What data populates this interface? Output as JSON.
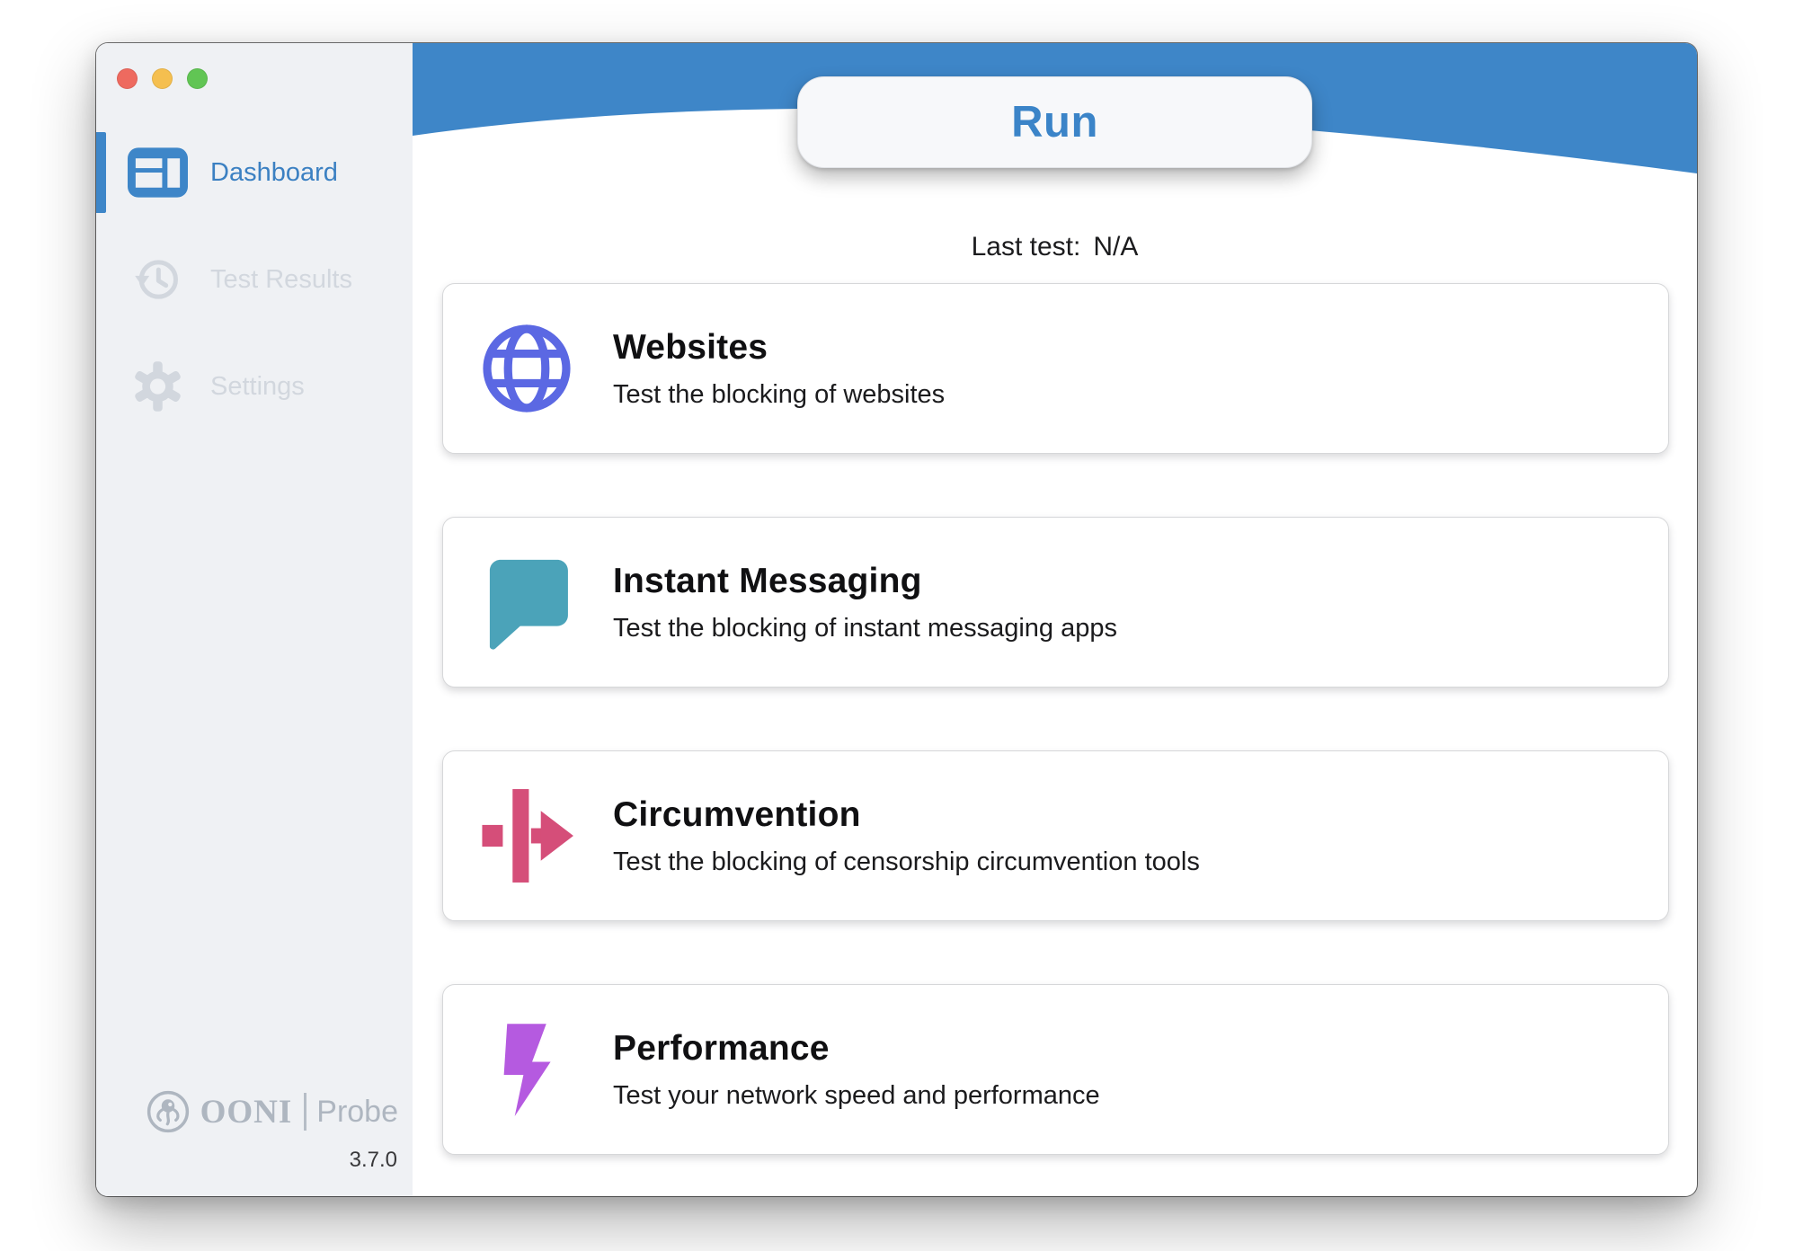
{
  "window": {
    "controls": {
      "close": "close",
      "minimize": "minimize",
      "zoom": "zoom"
    }
  },
  "sidebar": {
    "items": [
      {
        "label": "Dashboard",
        "icon": "dashboard-icon",
        "active": true
      },
      {
        "label": "Test Results",
        "icon": "history-icon",
        "active": false
      },
      {
        "label": "Settings",
        "icon": "gear-icon",
        "active": false
      }
    ],
    "brand": {
      "ooni": "OONI",
      "product": "Probe",
      "version": "3.7.0",
      "icon": "ooni-octopus-icon"
    }
  },
  "header": {
    "run_label": "Run",
    "last_test_label": "Last test:",
    "last_test_value": "N/A"
  },
  "cards": [
    {
      "title": "Websites",
      "subtitle": "Test the blocking of websites",
      "icon": "globe-icon",
      "color": "#5b68e3"
    },
    {
      "title": "Instant Messaging",
      "subtitle": "Test the blocking of instant messaging apps",
      "icon": "chat-bubble-icon",
      "color": "#4ba3b9"
    },
    {
      "title": "Circumvention",
      "subtitle": "Test the blocking of censorship circumvention tools",
      "icon": "circumvention-arrow-icon",
      "color": "#d54e79"
    },
    {
      "title": "Performance",
      "subtitle": "Test your network speed and performance",
      "icon": "lightning-bolt-icon",
      "color": "#b55ae0"
    }
  ],
  "colors": {
    "accent_blue": "#3e86c8",
    "sidebar_bg": "#eff1f4",
    "inactive_gray": "#d2d7de",
    "traffic_red": "#ee6a5f",
    "traffic_yellow": "#f5bf4f",
    "traffic_green": "#61c554"
  }
}
